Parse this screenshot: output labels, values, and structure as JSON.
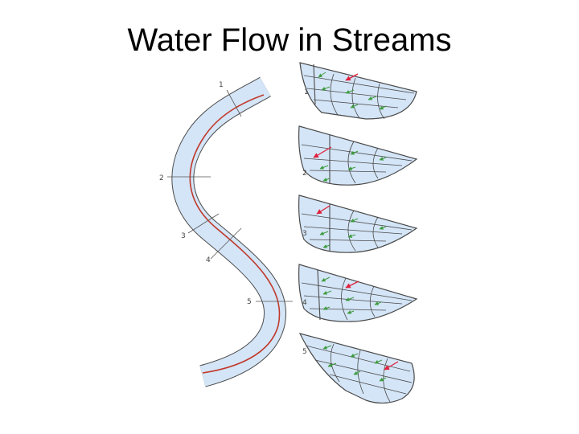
{
  "slide": {
    "title": "Water Flow in Streams"
  },
  "river": {
    "section_labels": [
      "1",
      "2",
      "3",
      "4",
      "5"
    ]
  },
  "cross_sections": [
    {
      "label": "1",
      "deep_side": "right"
    },
    {
      "label": "2",
      "deep_side": "left"
    },
    {
      "label": "3",
      "deep_side": "left"
    },
    {
      "label": "4",
      "deep_side": "left"
    },
    {
      "label": "5",
      "deep_side": "right"
    }
  ],
  "colors": {
    "water_fill": "#d4e5f7",
    "outline": "#4a4a4a",
    "thalweg": "#c0392b",
    "fast_flow_arrow": "#e0203b",
    "slow_flow_arrow": "#3d9b3d"
  }
}
